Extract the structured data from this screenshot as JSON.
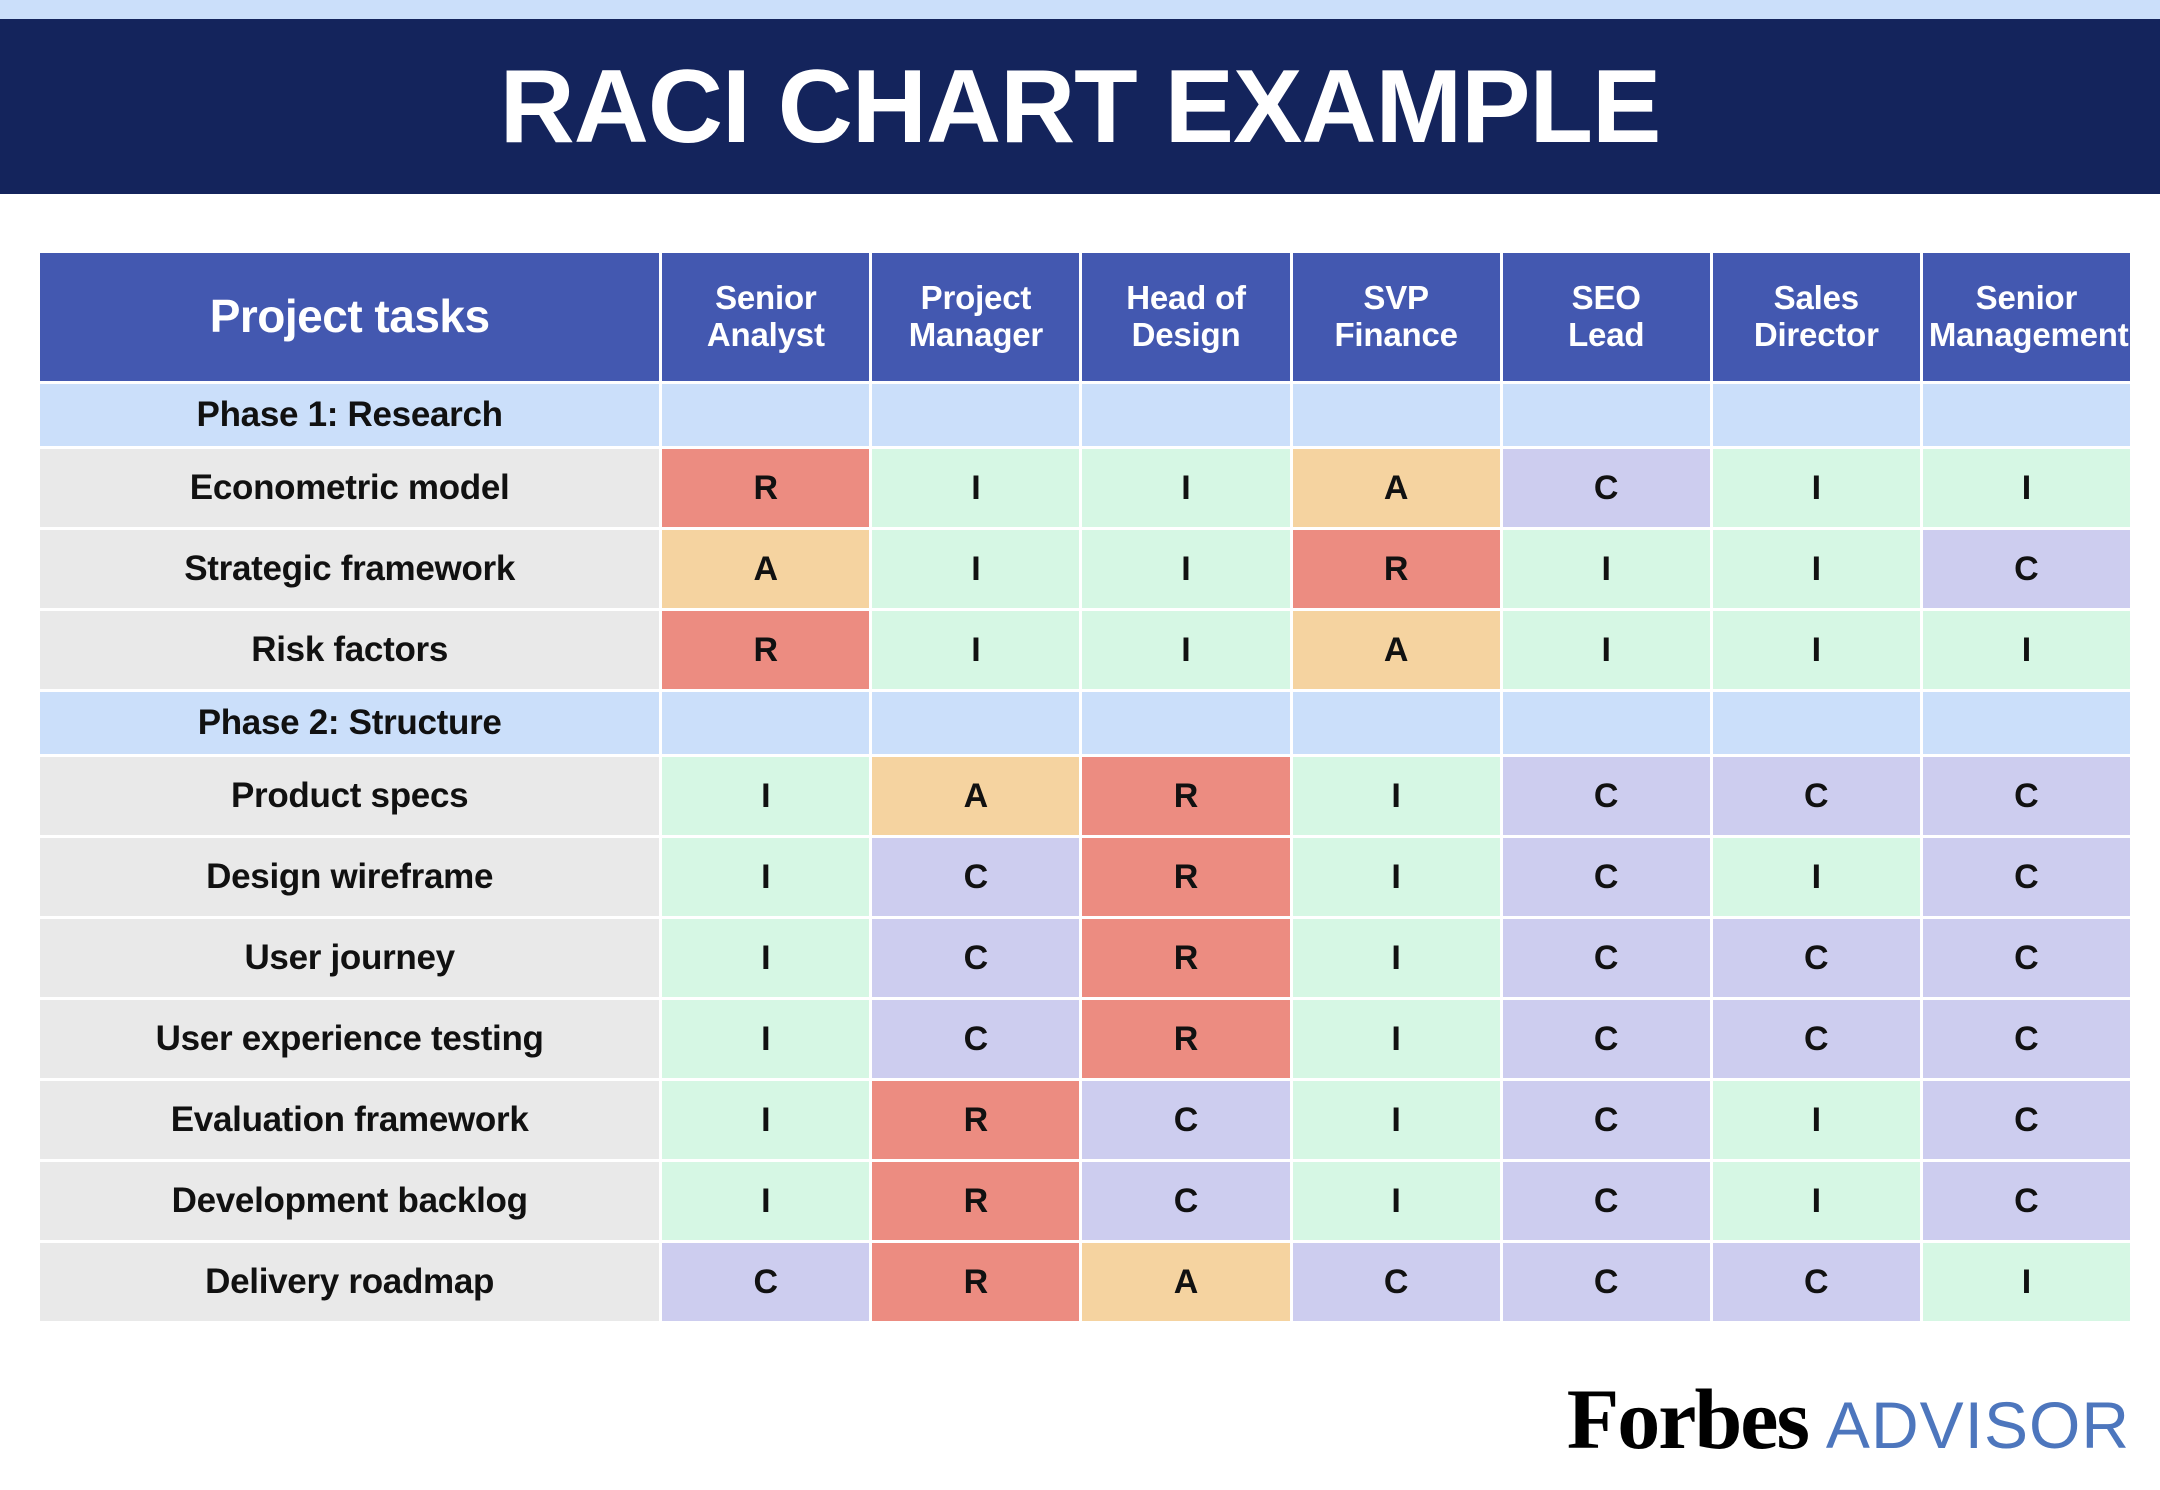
{
  "banner": {
    "title": "RACI CHART EXAMPLE",
    "strip_color": "#cbdffa",
    "band_color": "#14245c",
    "title_color": "#ffffff"
  },
  "legend_colors": {
    "responsible_R": "#ec8c81",
    "accountable_A": "#f5d3a0",
    "consulted_C": "#cdcdef",
    "informed_I": "#d6f7e4",
    "header_blue": "#4358b0",
    "phase_blue": "#cbdffa",
    "task_gray": "#e9e9e9"
  },
  "table": {
    "task_column_header": "Project tasks",
    "role_headers": [
      {
        "line1": "Senior",
        "line2": "Analyst"
      },
      {
        "line1": "Project",
        "line2": "Manager"
      },
      {
        "line1": "Head of",
        "line2": "Design"
      },
      {
        "line1": "SVP",
        "line2": "Finance"
      },
      {
        "line1": "SEO",
        "line2": "Lead"
      },
      {
        "line1": "Sales",
        "line2": "Director"
      },
      {
        "line1": "Senior",
        "line2": "Management"
      }
    ],
    "rows": [
      {
        "type": "phase",
        "label": "Phase 1: Research",
        "values": [
          "",
          "",
          "",
          "",
          "",
          "",
          ""
        ]
      },
      {
        "type": "task",
        "label": "Econometric model",
        "values": [
          "R",
          "I",
          "I",
          "A",
          "C",
          "I",
          "I"
        ]
      },
      {
        "type": "task",
        "label": "Strategic framework",
        "values": [
          "A",
          "I",
          "I",
          "R",
          "I",
          "I",
          "C"
        ]
      },
      {
        "type": "task",
        "label": "Risk factors",
        "values": [
          "R",
          "I",
          "I",
          "A",
          "I",
          "I",
          "I"
        ]
      },
      {
        "type": "phase",
        "label": "Phase 2: Structure",
        "values": [
          "",
          "",
          "",
          "",
          "",
          "",
          ""
        ]
      },
      {
        "type": "task",
        "label": "Product specs",
        "values": [
          "I",
          "A",
          "R",
          "I",
          "C",
          "C",
          "C"
        ]
      },
      {
        "type": "task",
        "label": "Design wireframe",
        "values": [
          "I",
          "C",
          "R",
          "I",
          "C",
          "I",
          "C"
        ]
      },
      {
        "type": "task",
        "label": "User journey",
        "values": [
          "I",
          "C",
          "R",
          "I",
          "C",
          "C",
          "C"
        ]
      },
      {
        "type": "task",
        "label": "User experience testing",
        "values": [
          "I",
          "C",
          "R",
          "I",
          "C",
          "C",
          "C"
        ]
      },
      {
        "type": "task",
        "label": "Evaluation framework",
        "values": [
          "I",
          "R",
          "C",
          "I",
          "C",
          "I",
          "C"
        ]
      },
      {
        "type": "task",
        "label": "Development backlog",
        "values": [
          "I",
          "R",
          "C",
          "I",
          "C",
          "I",
          "C"
        ]
      },
      {
        "type": "task",
        "label": "Delivery roadmap",
        "values": [
          "C",
          "R",
          "A",
          "C",
          "C",
          "C",
          "I"
        ]
      }
    ]
  },
  "footer": {
    "brand_primary": "Forbes",
    "brand_secondary": "ADVISOR",
    "brand_secondary_color": "#4d76bd"
  }
}
